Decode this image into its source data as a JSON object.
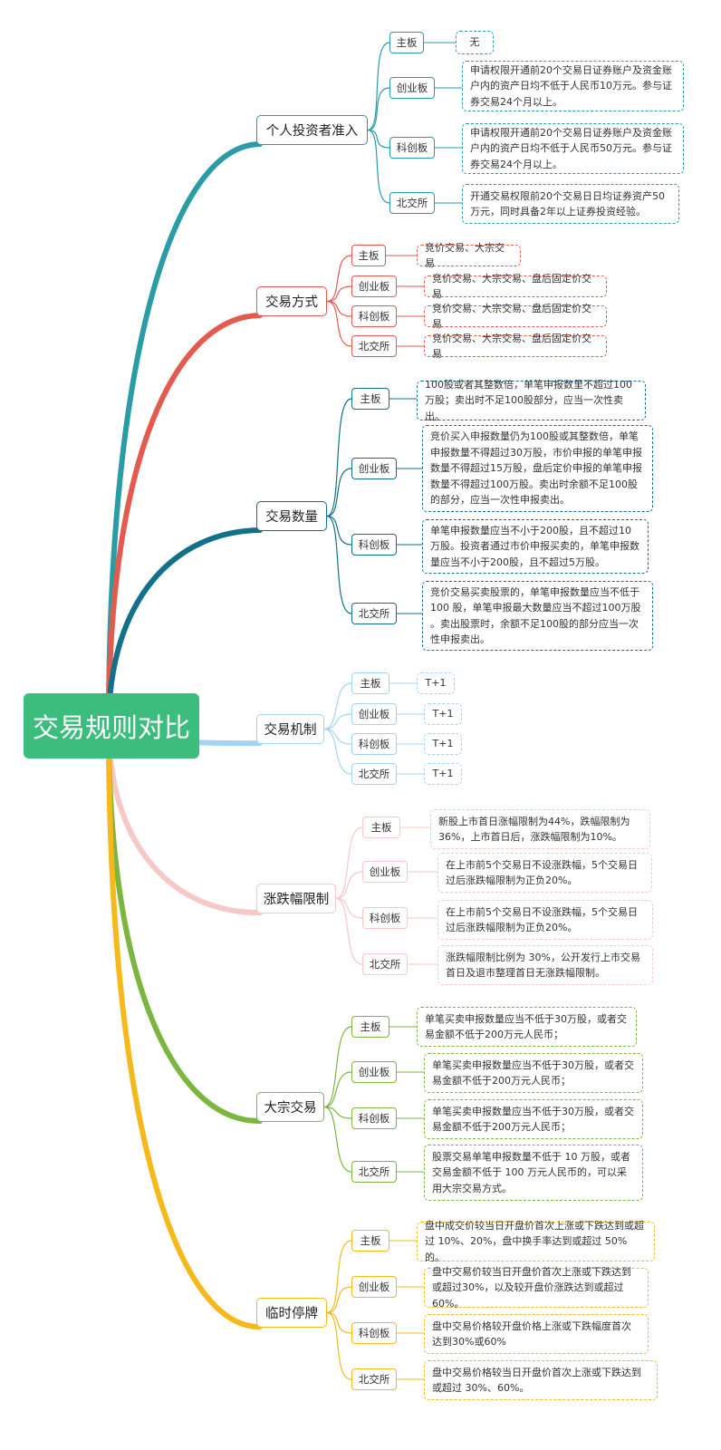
{
  "root": {
    "label": "交易规则对比",
    "color": "#3dbd7d"
  },
  "branches": [
    {
      "label": "个人投资者准入",
      "color": "#2a9ca6",
      "items": [
        {
          "board": "主板",
          "text": "无"
        },
        {
          "board": "创业板",
          "text": "申请权限开通前20个交易日证券账户及资金账户内的资产日均不低于人民币10万元。参与证券交易24个月以上。"
        },
        {
          "board": "科创板",
          "text": "申请权限开通前20个交易日证券账户及资金账户内的资产日均不低于人民币50万元。参与证券交易24个月以上。"
        },
        {
          "board": "北交所",
          "text": "开通交易权限前20个交易日日均证券资产50万元，同时具备2年以上证券投资经验。"
        }
      ]
    },
    {
      "label": "交易方式",
      "color": "#e35b4f",
      "items": [
        {
          "board": "主板",
          "text": "竞价交易、大宗交易"
        },
        {
          "board": "创业板",
          "text": "竞价交易、大宗交易、盘后固定价交易"
        },
        {
          "board": "科创板",
          "text": "竞价交易、大宗交易、盘后固定价交易"
        },
        {
          "board": "北交所",
          "text": "竞价交易、大宗交易、盘后固定价交易"
        }
      ]
    },
    {
      "label": "交易数量",
      "color": "#127089",
      "items": [
        {
          "board": "主板",
          "text": "100股或者其整数倍，单笔申报数里不超过100万股；卖出时不足100股部分，应当一次性卖出。"
        },
        {
          "board": "创业板",
          "text": "竞价买入申报数量仍为100股或其整数倍，单笔申报数量不得超过30万股，市价申报的单笔申报数量不得超过15万股，盘后定价申报的单笔申报数量不得超过100万股。卖出时余额不足100股的部分，应当一次性申报卖出。"
        },
        {
          "board": "科创板",
          "text": "单笔申报数量应当不小于200股，且不超过10万股。投资者通过市价申报买卖的，单笔申报数量应当不小于200股，且不超过5万股。"
        },
        {
          "board": "北交所",
          "text": "竞价交易买卖股票的，单笔申报数量应当不低于 100 股，单笔申报最大数量应当不超过100万股 。卖出股票时，余额不足100股的部分应当一次性申报卖出。"
        }
      ]
    },
    {
      "label": "交易机制",
      "color": "#a4d4f4",
      "items": [
        {
          "board": "主板",
          "text": "T+1"
        },
        {
          "board": "创业板",
          "text": "T+1"
        },
        {
          "board": "科创板",
          "text": "T+1"
        },
        {
          "board": "北交所",
          "text": "T+1"
        }
      ]
    },
    {
      "label": "涨跌幅限制",
      "color": "#f6c8c6",
      "items": [
        {
          "board": "主板",
          "text": "新股上市首日涨幅限制为44%，跌幅限制为36%，上市首日后，涨跌幅限制为10%。"
        },
        {
          "board": "创业板",
          "text": "在上市前5个交易日不设涨跌幅，5个交易日过后涨跌幅限制为正负20%。"
        },
        {
          "board": "科创板",
          "text": "在上市前5个交易日不设涨跌幅，5个交易日过后涨跌幅限制为正负20%。"
        },
        {
          "board": "北交所",
          "text": "涨跌幅限制比例为 30%，公开发行上市交易首日及退市整理首日无涨跌幅限制。"
        }
      ]
    },
    {
      "label": "大宗交易",
      "color": "#7cb641",
      "items": [
        {
          "board": "主板",
          "text": "单笔买卖申报数量应当不低于30万股，或者交易金额不低于200万元人民币；"
        },
        {
          "board": "创业板",
          "text": "单笔买卖申报数量应当不低于30万股，或者交易金额不低于200万元人民币；"
        },
        {
          "board": "科创板",
          "text": "单笔买卖申报数量应当不低于30万股，或者交易金额不低于200万元人民币；"
        },
        {
          "board": "北交所",
          "text": "股票交易单笔申报数量不低于 10 万股，或者交易金额不低于 100 万元人民币的，可以采用大宗交易方式。"
        }
      ]
    },
    {
      "label": "临时停牌",
      "color": "#f6b91c",
      "items": [
        {
          "board": "主板",
          "text": "盘中成交价较当日开盘价首次上涨或下跌达到或超过 10%、20%，盘中换手率达到或超过 50%的。"
        },
        {
          "board": "创业板",
          "text": "盘中交易价较当日开盘价首次上涨或下跌达到或超过30%，以及较开盘价涨跌达到或超过60%。"
        },
        {
          "board": "科创板",
          "text": "盘中交易价格较开盘价格上涨或下跌幅度首次达到30%或60%"
        },
        {
          "board": "北交所",
          "text": "盘中交易价格较当日开盘价首次上涨或下跌达到或超过 30%、60%。"
        }
      ]
    }
  ]
}
